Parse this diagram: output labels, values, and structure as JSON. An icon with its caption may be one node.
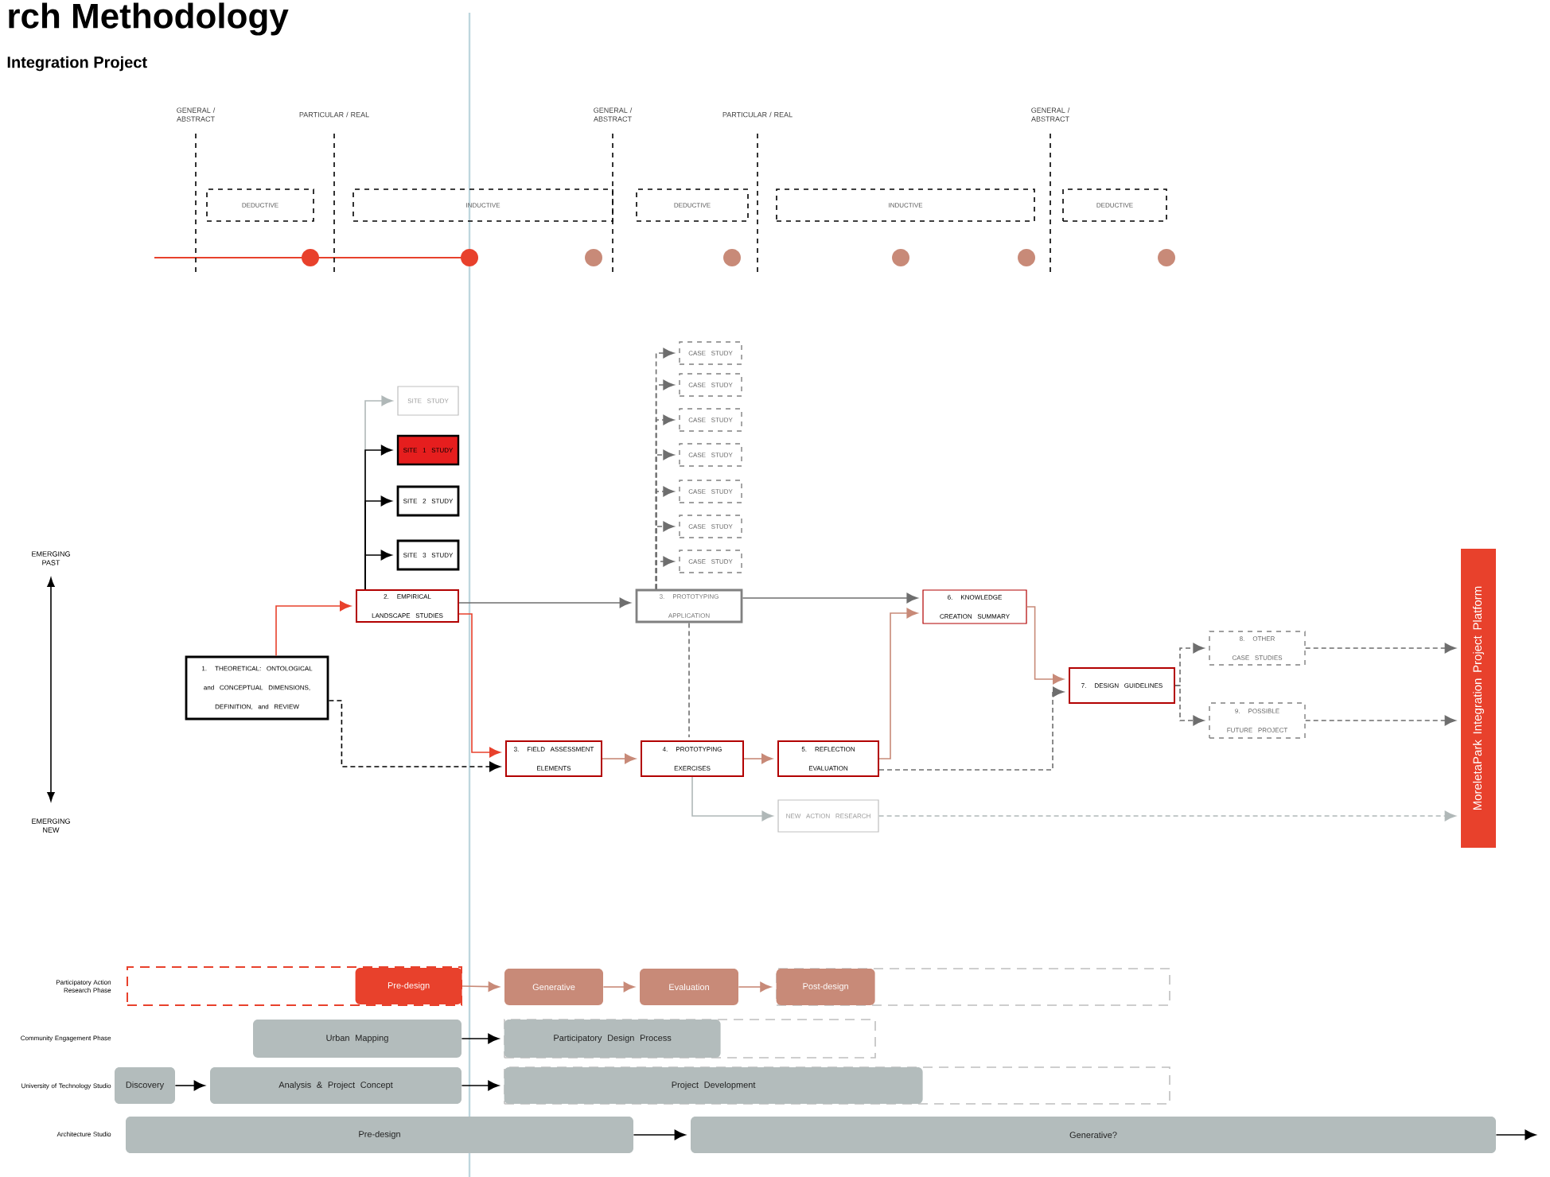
{
  "diagram": {
    "title": "rch Methodology",
    "nodes": [
      {
        "text": [
          "DEDUCTIVE"
        ]
      },
      {
        "text": [
          "INDUCTIVE"
        ]
      },
      {
        "text": [
          "DEDUCTIVE"
        ]
      },
      {
        "text": [
          "INDUCTIVE"
        ]
      },
      {
        "text": [
          "DEDUCTIVE"
        ]
      },
      {
        "text": [
          "1. THEORETICAL: ONTOLOGICAL and CONCEPTUAL DIMENSIONS, DEFINITION, and REVIEW"
        ]
      },
      {
        "text": [
          "2. EMPIRICAL LANDSCAPE STUDIES"
        ]
      },
      {
        "text": [
          "SITE STUDY"
        ]
      },
      {
        "text": [
          "SITE 1 STUDY"
        ]
      },
      {
        "text": [
          "SITE 2 STUDY"
        ]
      },
      {
        "text": [
          "SITE 3 STUDY"
        ]
      },
      {
        "text": [
          "CASE STUDY"
        ]
      },
      {
        "text": [
          "CASE STUDY"
        ]
      },
      {
        "text": [
          "CASE STUDY"
        ]
      },
      {
        "text": [
          "CASE STUDY"
        ]
      },
      {
        "text": [
          "CASE STUDY"
        ]
      },
      {
        "text": [
          "CASE STUDY"
        ]
      },
      {
        "text": [
          "CASE STUDY"
        ]
      },
      {
        "text": [
          "3. PROTOTYPING APPLICATION"
        ]
      },
      {
        "text": [
          "3. FIELD ASSESSMENT ELEMENTS"
        ]
      },
      {
        "text": [
          "4. PROTOTYPING EXERCISES"
        ]
      },
      {
        "text": [
          "5. REFLECTION EVALUATION"
        ]
      },
      {
        "text": [
          "6. KNOWLEDGE CREATION SUMMARY"
        ]
      },
      {
        "text": [
          "7. DESIGN GUIDELINES"
        ]
      },
      {
        "text": [
          "8. OTHER CASE STUDIES"
        ]
      },
      {
        "text": [
          "9. POSSIBLE FUTURE PROJECT"
        ]
      },
      {
        "text": [
          "NEW ACTION RESEARCH"
        ]
      },
      {
        "text": [
          "MoreletaPark Integration Project Platform"
        ]
      },
      {
        "text": [],
        "shape": "box"
      },
      {
        "text": [
          "Pre-design"
        ],
        "in": 28
      },
      {
        "text": [
          "Generative"
        ]
      },
      {
        "text": [
          "Evaluation"
        ]
      },
      {
        "text": [],
        "shape": "box"
      },
      {
        "text": [
          "Post-design"
        ],
        "in": 32
      },
      {
        "text": [
          "Urban Mapping"
        ]
      },
      {
        "text": [],
        "shape": "box"
      },
      {
        "text": [
          "Participatory Design Process"
        ],
        "in": 35
      },
      {
        "text": [
          "Discovery"
        ]
      },
      {
        "text": [
          "Analysis & Project Concept"
        ]
      },
      {
        "text": [],
        "shape": "box"
      },
      {
        "text": [
          "Project Development"
        ],
        "in": 39
      },
      {
        "text": [
          "Pre-design"
        ]
      },
      {
        "text": [
          "Generative?"
        ]
      }
    ],
    "edges": [
      {
        "from": 5,
        "to": 6,
        "arrow": "to",
        "color": "#e8412c"
      },
      {
        "from": 6,
        "to": 7,
        "arrow": "to",
        "color": "#b0b8b8"
      },
      {
        "from": 6,
        "to": 8,
        "arrow": "to",
        "color": "#000000"
      },
      {
        "from": 6,
        "to": 9,
        "arrow": "to",
        "color": "#000000"
      },
      {
        "from": 6,
        "to": 10,
        "arrow": "to",
        "color": "#000000"
      },
      {
        "from": 6,
        "to": 18,
        "arrow": "to"
      },
      {
        "from": 6,
        "to": 19,
        "arrow": "to",
        "color": "#e8412c"
      },
      {
        "from": 5,
        "to": 19,
        "arrow": "to",
        "style": "dashed",
        "color": "#000000"
      },
      {
        "from": 18,
        "to": 11,
        "arrow": "to",
        "style": "dashed"
      },
      {
        "from": 18,
        "to": 12,
        "arrow": "to",
        "style": "dashed"
      },
      {
        "from": 18,
        "to": 13,
        "arrow": "to",
        "style": "dashed"
      },
      {
        "from": 18,
        "to": 14,
        "arrow": "to",
        "style": "dashed"
      },
      {
        "from": 18,
        "to": 15,
        "arrow": "to",
        "style": "dashed"
      },
      {
        "from": 18,
        "to": 16,
        "arrow": "to",
        "style": "dashed"
      },
      {
        "from": 18,
        "to": 17,
        "arrow": "to",
        "style": "dashed"
      },
      {
        "from": 18,
        "to": 20,
        "arrow": "none",
        "style": "dashed"
      },
      {
        "from": 19,
        "to": 20,
        "arrow": "to",
        "color": "#c88a78"
      },
      {
        "from": 20,
        "to": 21,
        "arrow": "to",
        "color": "#c88a78"
      },
      {
        "from": 21,
        "to": 22,
        "arrow": "to",
        "color": "#c88a78"
      },
      {
        "from": 18,
        "to": 22,
        "arrow": "to"
      },
      {
        "from": 22,
        "to": 23,
        "arrow": "to",
        "color": "#c88a78"
      },
      {
        "from": 21,
        "to": 23,
        "arrow": "to",
        "style": "dashed"
      },
      {
        "from": 23,
        "to": 24,
        "arrow": "to",
        "style": "dashed"
      },
      {
        "from": 23,
        "to": 25,
        "arrow": "to",
        "style": "dashed"
      },
      {
        "from": 24,
        "to": 27,
        "arrow": "to",
        "style": "dashed"
      },
      {
        "from": 25,
        "to": 27,
        "arrow": "to",
        "style": "dashed"
      },
      {
        "from": 20,
        "to": 26,
        "arrow": "to",
        "color": "#b0b8b8"
      },
      {
        "from": 26,
        "to": 27,
        "arrow": "to",
        "style": "dashed",
        "color": "#b0b8b8"
      },
      {
        "from": 29,
        "to": 30,
        "arrow": "to",
        "color": "#c88a78"
      },
      {
        "from": 30,
        "to": 31,
        "arrow": "to",
        "color": "#c88a78"
      },
      {
        "from": 31,
        "to": 33,
        "arrow": "to",
        "color": "#c88a78"
      },
      {
        "from": 34,
        "to": 36,
        "arrow": "to",
        "color": "#000000"
      },
      {
        "from": 37,
        "to": 38,
        "arrow": "to",
        "color": "#000000"
      },
      {
        "from": 38,
        "to": 40,
        "arrow": "to",
        "color": "#000000"
      },
      {
        "from": 41,
        "to": 42,
        "arrow": "to",
        "color": "#000000"
      },
      {
        "from": 42,
        "to": null,
        "arrow": "to",
        "color": "#000000"
      }
    ],
    "labels": [
      "Integration Project",
      "GENERAL / ABSTRACT",
      "PARTICULAR / REAL",
      "GENERAL / ABSTRACT",
      "PARTICULAR / REAL",
      "GENERAL / ABSTRACT",
      "EMERGING PAST",
      "EMERGING NEW",
      "Participatory Action Research Phase",
      "Community Engagement Phase",
      "University of Technology Studio",
      "Architecture Studio"
    ]
  }
}
